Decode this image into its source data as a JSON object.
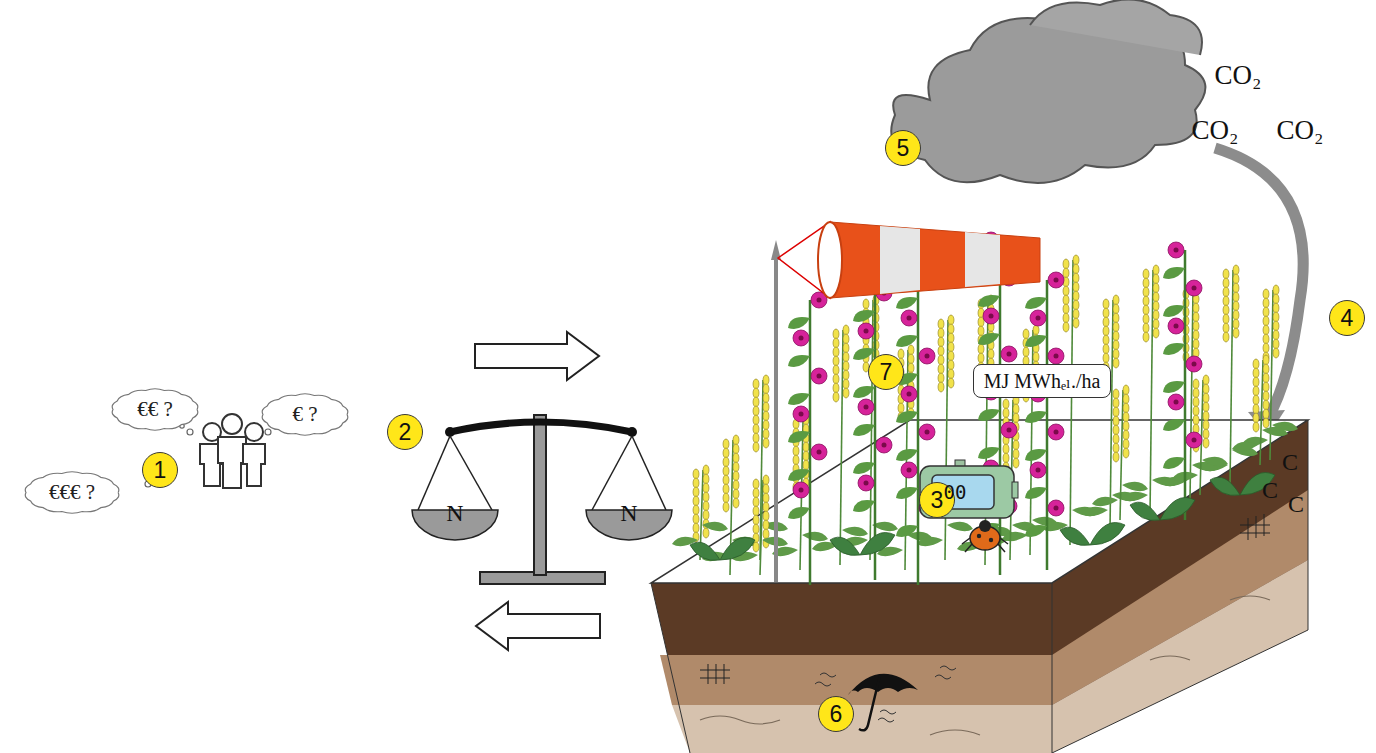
{
  "diagram": {
    "nodes": [
      {
        "text": [
          "€€ ?"
        ]
      },
      {
        "text": [
          "€ ?"
        ]
      },
      {
        "text": [
          "€€€ ?"
        ]
      },
      {
        "text": [
          "1"
        ]
      },
      {
        "text": [
          "2"
        ]
      },
      {
        "text": [
          "3"
        ]
      },
      {
        "text": [
          "4"
        ]
      },
      {
        "text": [
          "5"
        ]
      },
      {
        "text": [
          "6"
        ]
      },
      {
        "text": [
          "7"
        ]
      },
      {
        "text": [
          "MJ MWhₑₗ./ha"
        ]
      }
    ],
    "labels": [
      "N",
      "N",
      "CO₂",
      "CO₂",
      "CO₂",
      "C",
      "C",
      "C",
      "00"
    ]
  }
}
